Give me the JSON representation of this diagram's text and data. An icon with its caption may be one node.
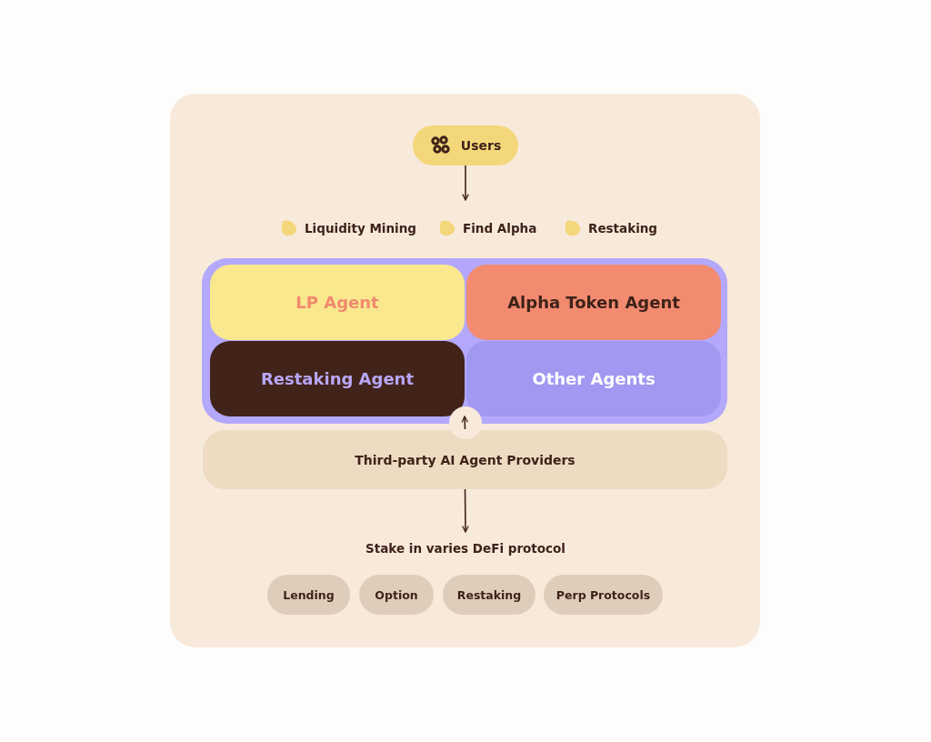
{
  "diagram": {
    "nodes": [
      {
        "text": [
          "Users"
        ]
      },
      {
        "text": [],
        "shape": "box"
      },
      {
        "text": [
          "LP Agent"
        ],
        "in": 1
      },
      {
        "text": [
          "Alpha Token Agent"
        ],
        "in": 1
      },
      {
        "text": [
          "Restaking Agent"
        ],
        "in": 1
      },
      {
        "text": [
          "Other Agents"
        ],
        "in": 1
      },
      {
        "text": [
          "Third-party AI Agent Providers"
        ]
      },
      {
        "text": [
          "Stake in varies DeFi protocol"
        ]
      },
      {
        "text": [
          "Lending"
        ]
      },
      {
        "text": [
          "Option"
        ]
      },
      {
        "text": [
          "Restaking"
        ]
      },
      {
        "text": [
          "Perp Protocols"
        ]
      }
    ],
    "edges": [
      {
        "from": 0,
        "to": null,
        "arrow": "to"
      },
      {
        "from": 6,
        "to": 1,
        "arrow": "to"
      },
      {
        "from": 6,
        "to": 7,
        "arrow": "to"
      }
    ],
    "labels": [
      "Liquidity Mining",
      "Find Alpha",
      "Restaking"
    ]
  }
}
